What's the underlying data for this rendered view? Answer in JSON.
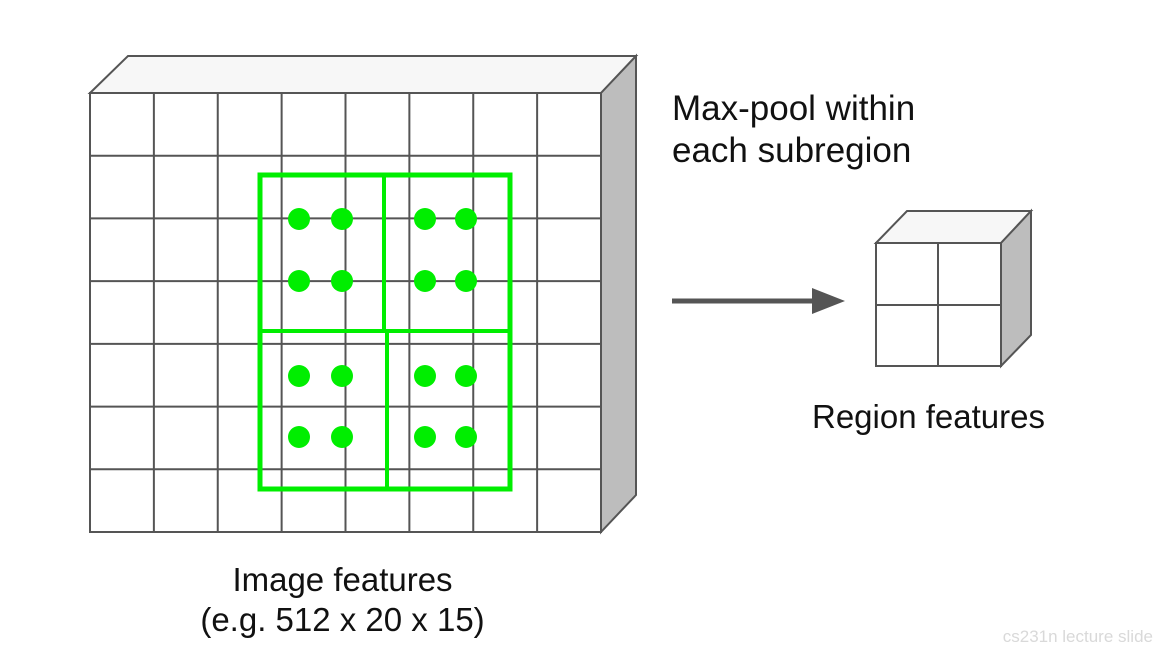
{
  "caption_maxpool": {
    "line1": "Max-pool within",
    "line2": "each subregion"
  },
  "caption_region": "Region features",
  "caption_image": {
    "line1": "Image features",
    "line2": "(e.g. 512 x 20 x 15)"
  },
  "feature_map": {
    "cols": 8,
    "rows": 7
  },
  "roi": {
    "pool_grid": "2 x 2",
    "points_per_subregion": 4
  },
  "output_cube": {
    "grid": "2 x 2"
  },
  "watermark": "cs231n lecture slide",
  "colors": {
    "grid_line": "#555555",
    "grid_fill": "#ffffff",
    "cube_side": "#bdbdbd",
    "cube_top": "#f7f7f7",
    "roi_green": "#00ee00",
    "arrow": "#555555",
    "text": "#111111"
  }
}
